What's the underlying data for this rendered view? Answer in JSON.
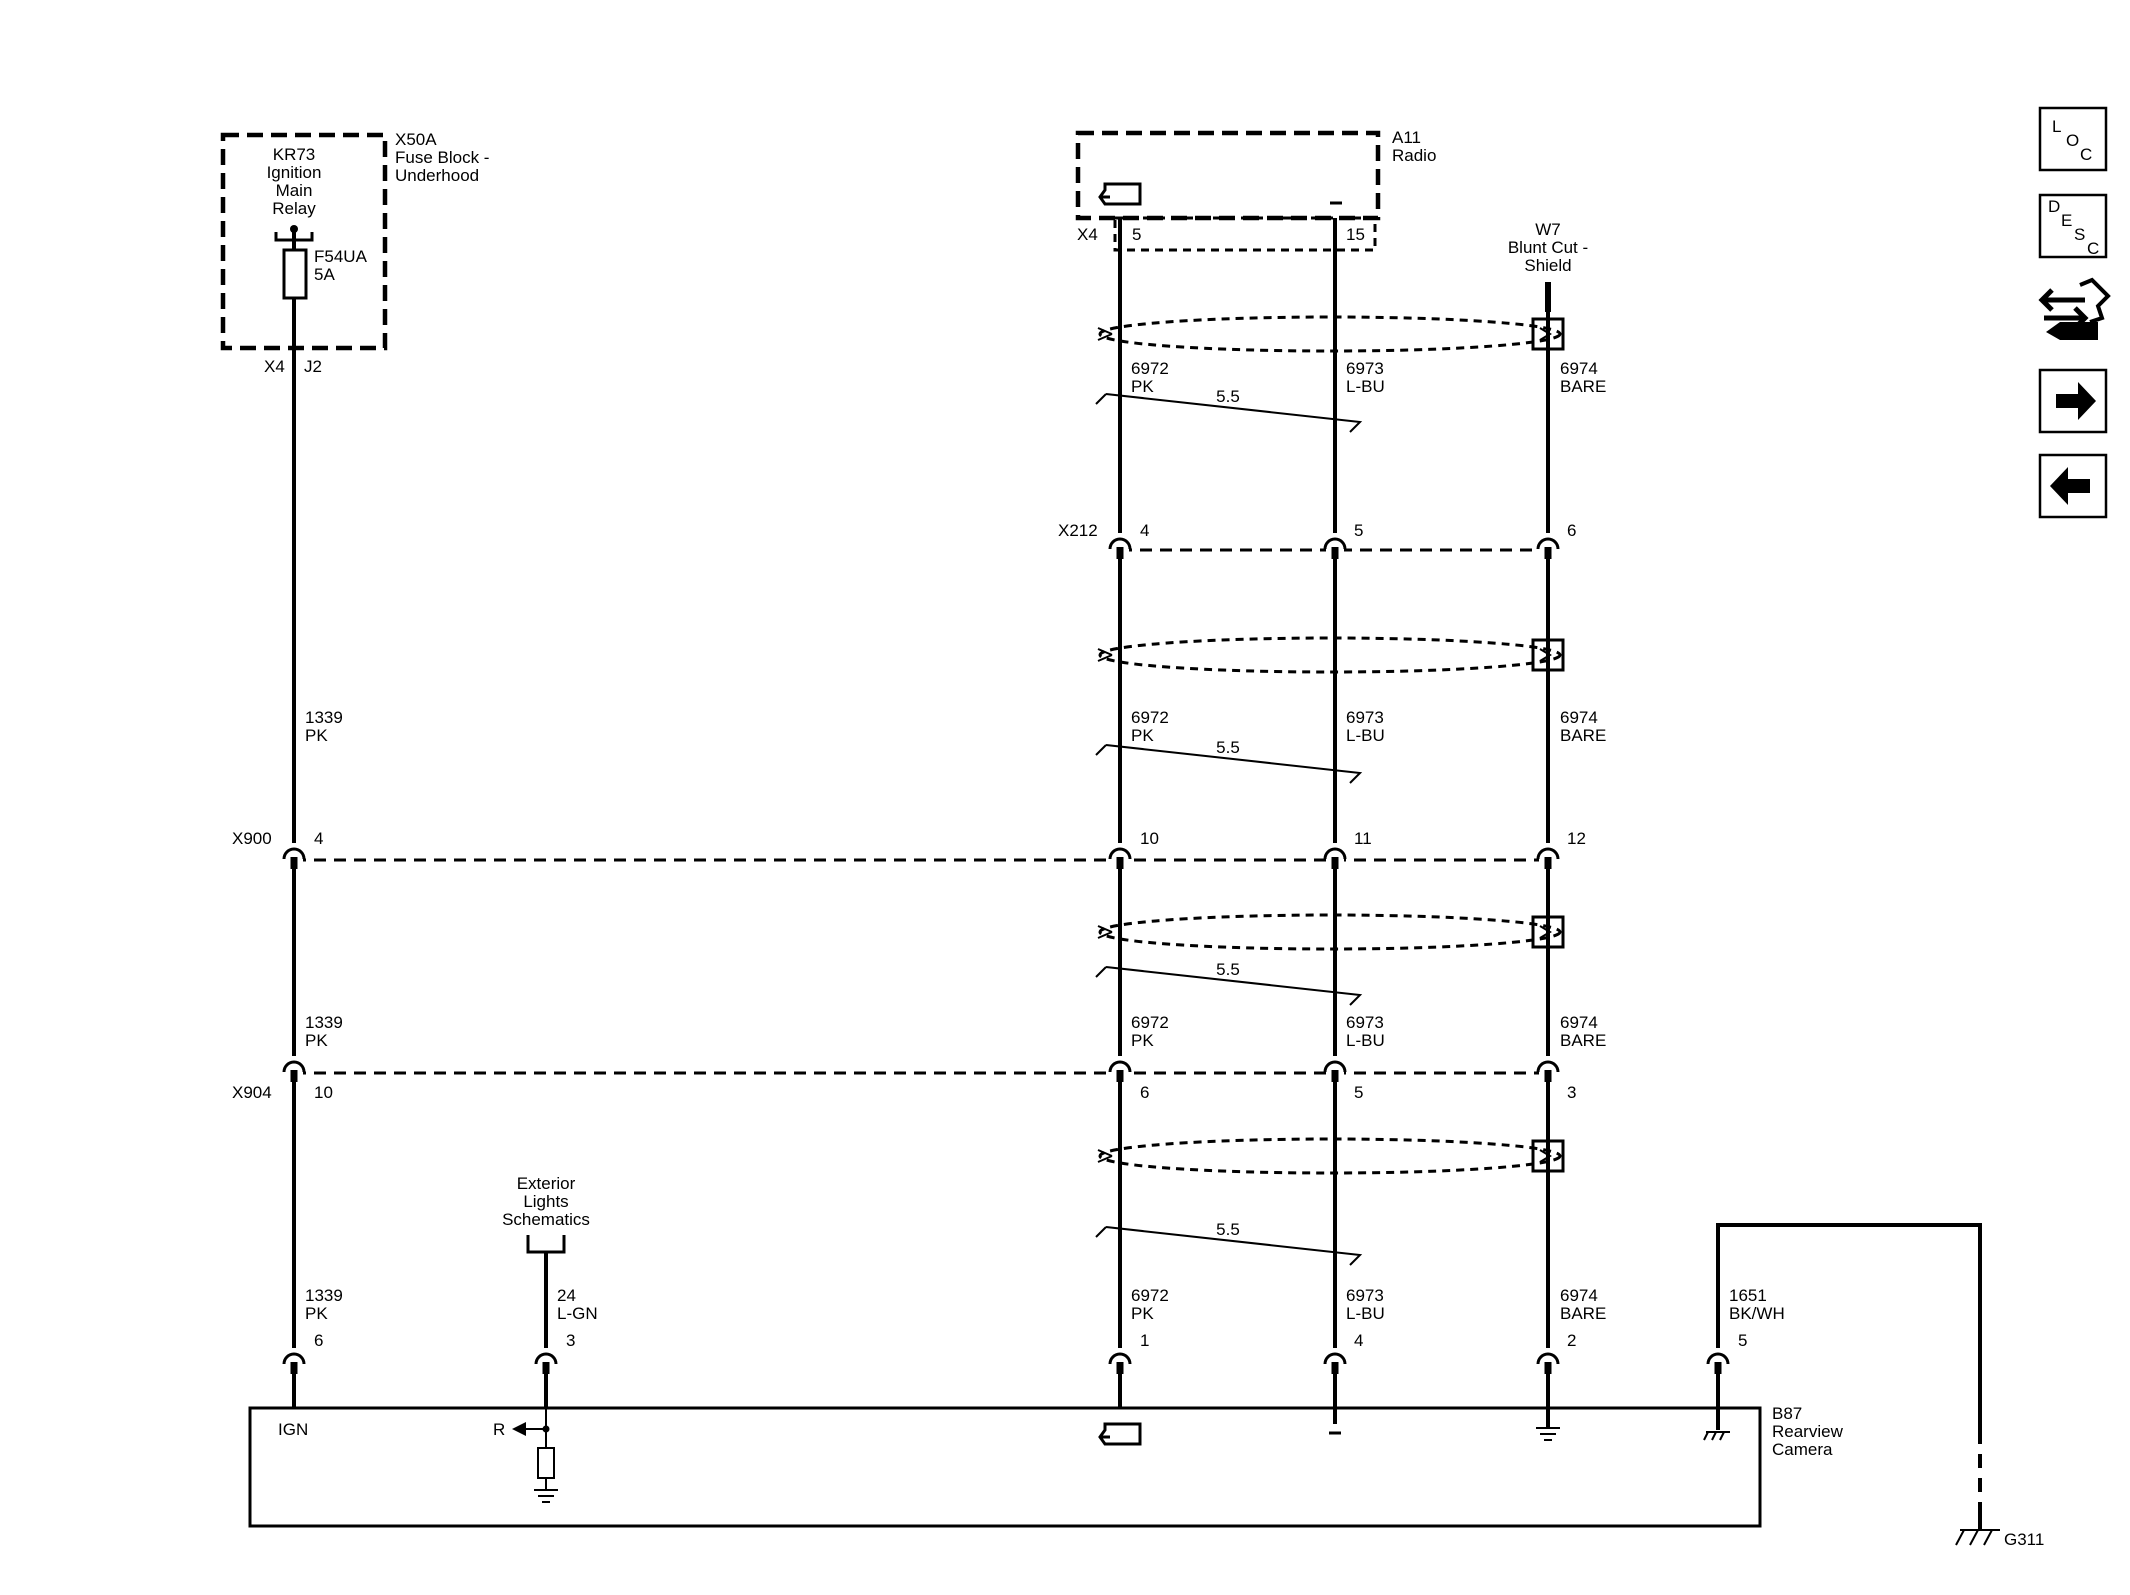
{
  "components": {
    "fuse_block": {
      "ref": "X50A",
      "name_line1": "Fuse Block -",
      "name_line2": "Underhood"
    },
    "relay": {
      "line1": "KR73",
      "line2": "Ignition",
      "line3": "Main",
      "line4": "Relay"
    },
    "fuse": {
      "ref": "F54UA",
      "rating": "5A"
    },
    "radio": {
      "ref": "A11",
      "name": "Radio",
      "connector": "X4",
      "pin_a": "5",
      "pin_b": "15"
    },
    "shield_ground": {
      "ref": "W7",
      "name_line1": "Blunt Cut -",
      "name_line2": "Shield"
    },
    "camera": {
      "ref": "B87",
      "name_line1": "Rearview",
      "name_line2": "Camera",
      "ign_label": "IGN",
      "r_label": "R"
    },
    "exterior_lights": {
      "line1": "Exterior",
      "line2": "Lights",
      "line3": "Schematics"
    },
    "ground": {
      "ref": "G311"
    }
  },
  "connectors": {
    "fuse_out": {
      "connector": "X4",
      "pin": "J2"
    },
    "x212": {
      "ref": "X212",
      "pins": [
        "4",
        "5",
        "6"
      ]
    },
    "x900": {
      "ref": "X900",
      "pins": [
        "4",
        "10",
        "11",
        "12"
      ]
    },
    "x904": {
      "ref": "X904",
      "pins": [
        "10",
        "6",
        "5",
        "3"
      ]
    },
    "b87_pins": [
      "6",
      "3",
      "1",
      "4",
      "2",
      "5"
    ]
  },
  "wires": {
    "ign": {
      "circuit": "1339",
      "color": "PK"
    },
    "signal_pos": {
      "circuit": "6972",
      "color": "PK"
    },
    "signal_neg": {
      "circuit": "6973",
      "color": "L-BU"
    },
    "drain": {
      "circuit": "6974",
      "color": "BARE"
    },
    "lights": {
      "circuit": "24",
      "color": "L-GN"
    },
    "ground": {
      "circuit": "1651",
      "color": "BK/WH"
    },
    "twist_label": "5.5"
  },
  "nav": {
    "loc": {
      "l1": "L",
      "l2": "O",
      "l3": "C"
    },
    "desc": {
      "l1": "D",
      "l2": "E",
      "l3": "S",
      "l4": "C"
    }
  }
}
